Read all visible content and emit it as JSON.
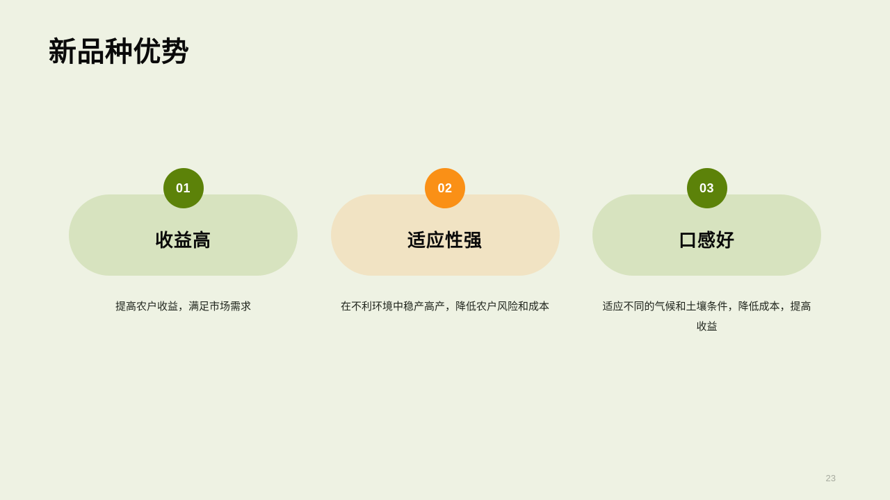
{
  "slide": {
    "title": "新品种优势",
    "page_number": "23",
    "background_color": "#eef2e3"
  },
  "colors": {
    "green_badge": "#5c8209",
    "orange_badge": "#fa9016",
    "green_pill": "#d7e3bf",
    "beige_pill": "#f1e3c3",
    "title_text": "#0a0a0a",
    "body_text": "#1f241c",
    "page_number_text": "#a8aca0"
  },
  "cards": [
    {
      "number": "01",
      "title": "收益高",
      "description": "提高农户收益，满足市场需求",
      "badge_color": "green",
      "pill_color": "green"
    },
    {
      "number": "02",
      "title": "适应性强",
      "description": "在不利环境中稳产高产，降低农户风险和成本",
      "badge_color": "orange",
      "pill_color": "beige"
    },
    {
      "number": "03",
      "title": "口感好",
      "description": "适应不同的气候和土壤条件，降低成本，提高收益",
      "badge_color": "green",
      "pill_color": "green"
    }
  ]
}
